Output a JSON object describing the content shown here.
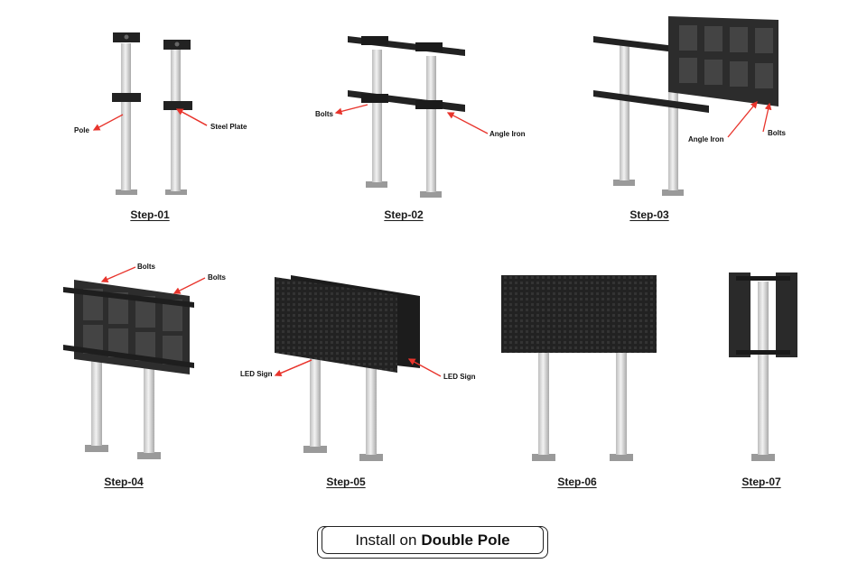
{
  "steps": [
    {
      "label": "Step-01"
    },
    {
      "label": "Step-02"
    },
    {
      "label": "Step-03"
    },
    {
      "label": "Step-04"
    },
    {
      "label": "Step-05"
    },
    {
      "label": "Step-06"
    },
    {
      "label": "Step-07"
    }
  ],
  "callouts": {
    "pole": "Pole",
    "steel_plate": "Steel Plate",
    "bolts": "Bolts",
    "angle_iron": "Angle Iron",
    "led_sign": "LED Sign"
  },
  "footer": {
    "prefix": "Install on",
    "emphasis": "Double Pole"
  },
  "colors": {
    "pole": "#dcdcdc",
    "steel": "#222222",
    "panel": "#2b2b2b",
    "arrow": "#e8342c",
    "text": "#111111"
  }
}
